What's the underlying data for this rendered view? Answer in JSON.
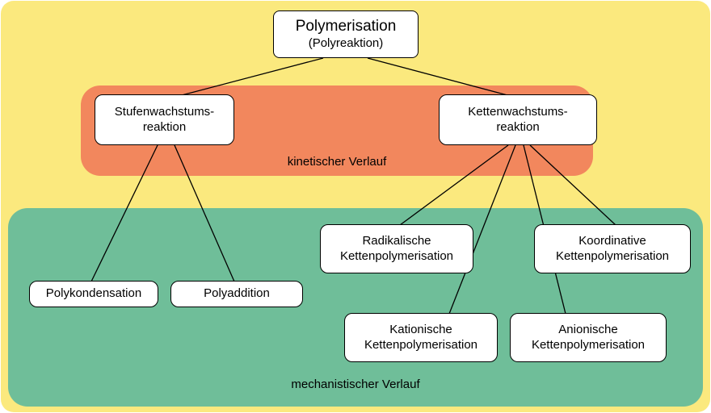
{
  "diagram": {
    "root": {
      "title": "Polymerisation",
      "subtitle": "(Polyreaktion)"
    },
    "bands": {
      "kinetic_label": "kinetischer Verlauf",
      "mechanistic_label": "mechanistischer Verlauf"
    },
    "nodes": {
      "stufen": {
        "line1": "Stufenwachstums-",
        "line2": "reaktion"
      },
      "ketten": {
        "line1": "Kettenwachstums-",
        "line2": "reaktion"
      },
      "polykondensation": {
        "label": "Polykondensation"
      },
      "polyaddition": {
        "label": "Polyaddition"
      },
      "radikalische": {
        "line1": "Radikalische",
        "line2": "Kettenpolymerisation"
      },
      "kationische": {
        "line1": "Kationische",
        "line2": "Kettenpolymerisation"
      },
      "anionische": {
        "line1": "Anionische",
        "line2": "Kettenpolymerisation"
      },
      "koordinative": {
        "line1": "Koordinative",
        "line2": "Kettenpolymerisation"
      }
    }
  },
  "colors": {
    "background": "#FBE97E",
    "kinetic_band": "#F2875D",
    "mechanistic_band": "#6FBE99",
    "node_bg": "#FFFFFF",
    "node_border": "#000000"
  }
}
